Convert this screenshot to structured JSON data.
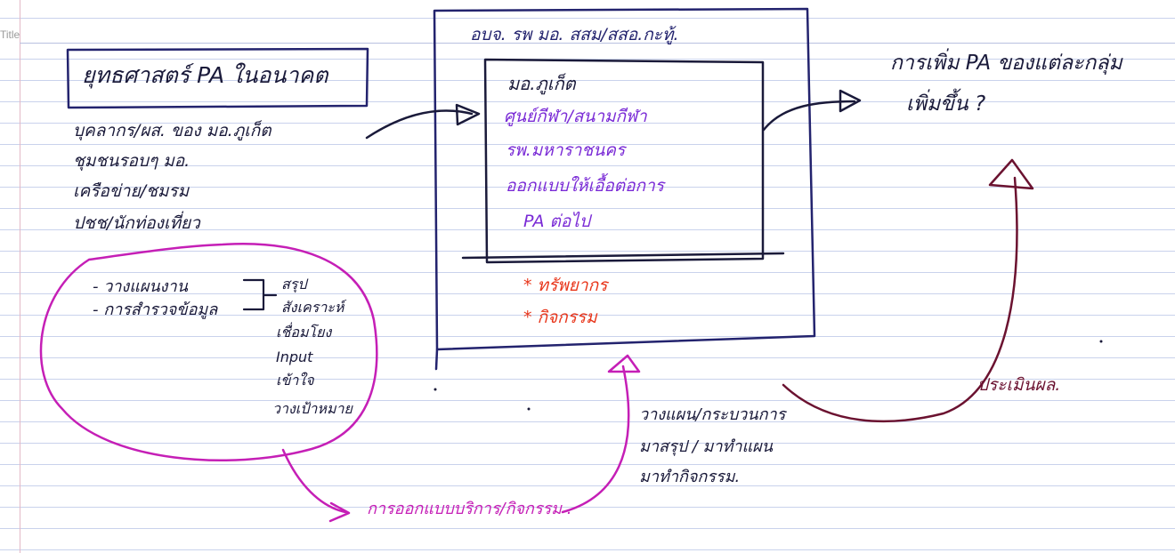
{
  "page": {
    "title_placeholder": "Title"
  },
  "notes": {
    "left_box_heading": "ยุทธศาสตร์ PA ในอนาคต",
    "left_lines": [
      "บุคลากร/ผส. ของ มอ.ภูเก็ต",
      "ชุมชนรอบๆ มอ.",
      "เครือข่าย/ชมรม",
      "ปชช/นักท่องเที่ยว"
    ],
    "circle_items": [
      "- วางแผนงาน",
      "- การสำรวจข้อมูล"
    ],
    "circle_sublist": [
      "สรุป",
      "สังเคราะห์",
      "เชื่อมโยง",
      "Input",
      "เข้าใจ",
      "วางเป้าหมาย"
    ],
    "main_box_heading": "อบจ. รพ มอ. สสม/สสอ.กะทู้.",
    "inner_box_lines_navy": [
      "มอ.ภูเก็ต"
    ],
    "inner_box_lines_purple": [
      "ศูนย์กีฬา/สนามกีฬา",
      "รพ.มหาราชนคร",
      "ออกแบบให้เอื้อต่อการ",
      "PA ต่อไป"
    ],
    "red_items": [
      "* ทรัพยากร",
      "* กิจกรรม"
    ],
    "top_right_question": [
      "การเพิ่ม PA ของแต่ละกลุ่ม",
      "เพิ่มขึ้น ?"
    ],
    "eval_label": "ประเมินผล.",
    "bottom_right_lines": [
      "วางแผน/กระบวนการ",
      "มาสรุป / มาทำแผน",
      "มาทำกิจกรรม."
    ],
    "bottom_design_label": "การออกแบบบริการ/กิจกรรม ."
  },
  "ink_colors": {
    "navy": "#1a1a3a",
    "box_blue": "#23236e",
    "purple": "#7a2bd6",
    "red": "#e8361b",
    "magenta": "#c51fb6",
    "maroon": "#6b1230"
  }
}
